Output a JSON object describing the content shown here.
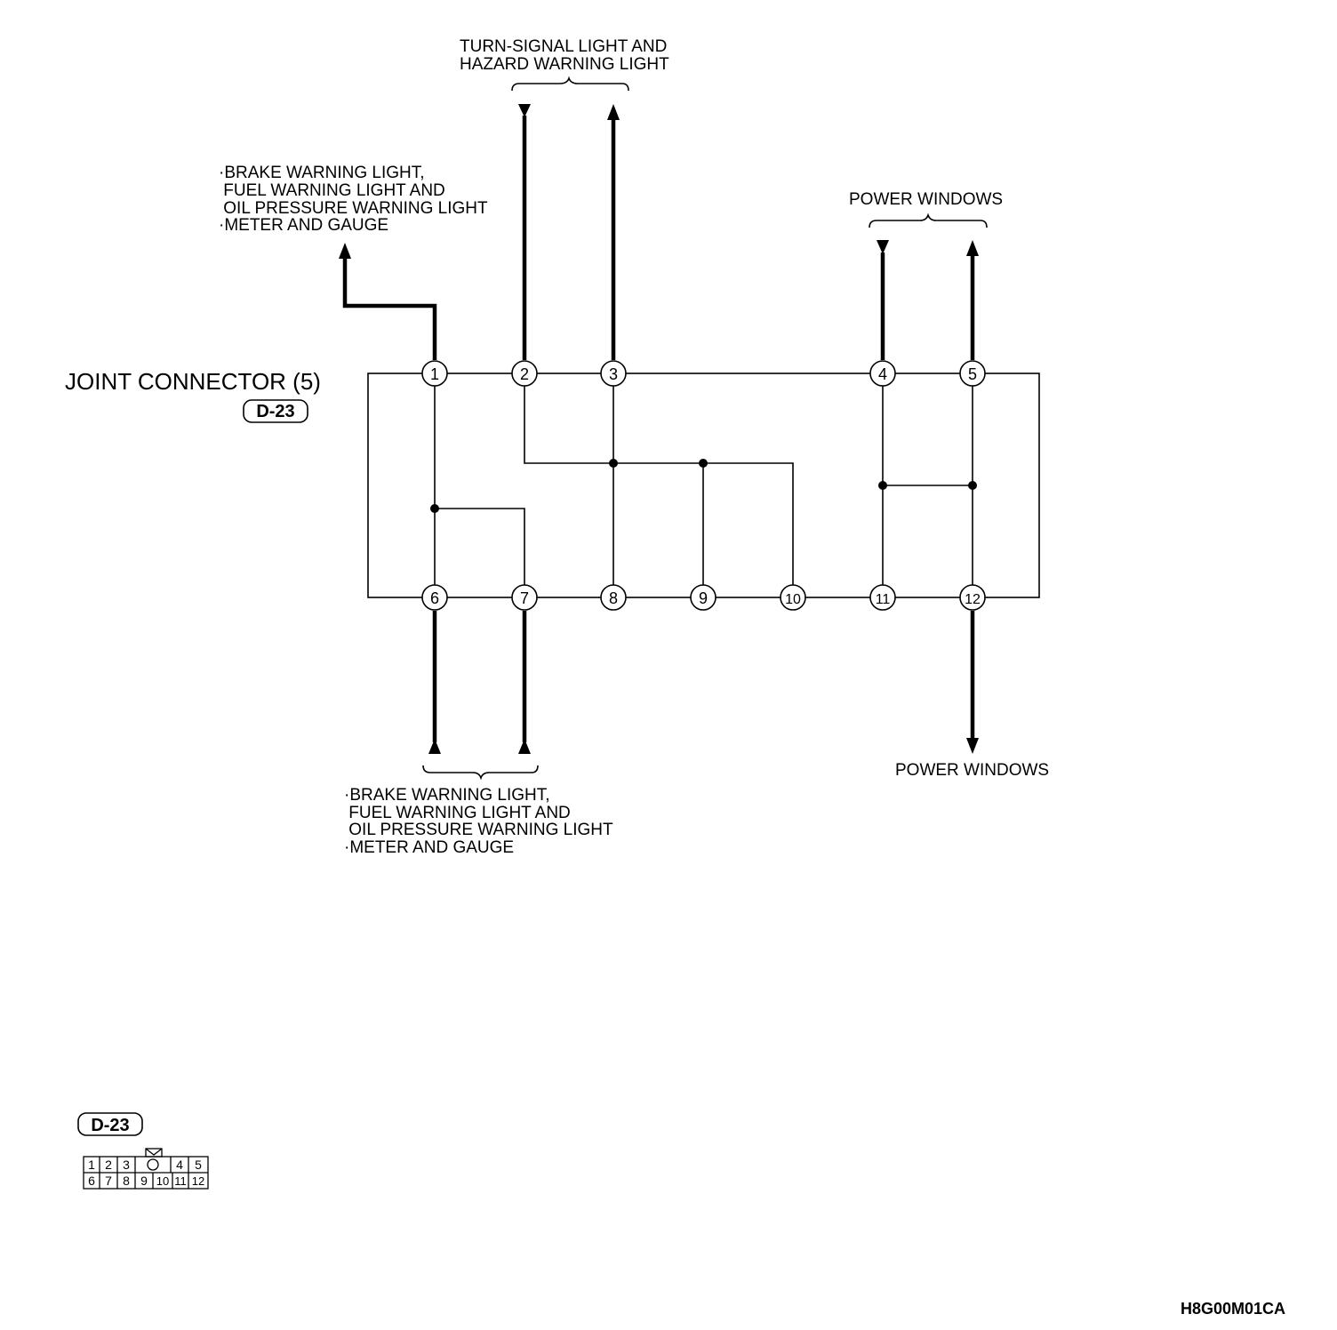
{
  "connector": {
    "title": "JOINT CONNECTOR (5)",
    "code": "D-23",
    "pins": [
      "1",
      "2",
      "3",
      "4",
      "5",
      "6",
      "7",
      "8",
      "9",
      "10",
      "11",
      "12"
    ]
  },
  "labels": {
    "turn_signal": [
      "TURN-SIGNAL LIGHT AND",
      "HAZARD WARNING LIGHT"
    ],
    "top_left_group": [
      "·BRAKE WARNING LIGHT,",
      " FUEL WARNING LIGHT AND",
      " OIL PRESSURE WARNING LIGHT",
      "·METER AND GAUGE"
    ],
    "power_windows_top": "POWER WINDOWS",
    "bottom_left_group": [
      "·BRAKE WARNING LIGHT,",
      " FUEL WARNING LIGHT AND",
      " OIL PRESSURE WARNING LIGHT",
      "·METER AND GAUGE"
    ],
    "power_windows_bottom": "POWER WINDOWS"
  },
  "connector_face": {
    "code": "D-23",
    "top_row": [
      "1",
      "2",
      "3",
      "",
      "4",
      "5"
    ],
    "bottom_row": [
      "6",
      "7",
      "8",
      "9",
      "10",
      "11",
      "12"
    ]
  },
  "figure_id": "H8G00M01CA"
}
